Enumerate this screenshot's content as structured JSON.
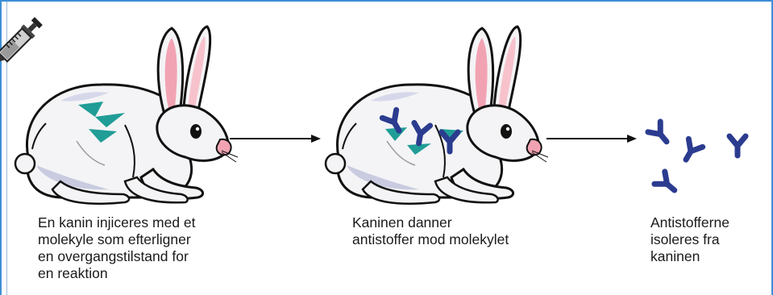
{
  "steps": [
    {
      "caption": "En kanin injiceres med et\nmolekyle som efterligner\nen overgangstilstand for\nen reaktion"
    },
    {
      "caption": "Kaninen danner\nantistoffer mod molekylet"
    },
    {
      "caption": "Antistofferne\nisoleres fra\nkaninen"
    }
  ],
  "colors": {
    "frame": "#3e8fd6",
    "antigen": "#1f9d96",
    "antibody": "#2b3c8f",
    "rabbit_outline": "#111111",
    "ear_pink": "#f2a3b3"
  },
  "icons": [
    "syringe-icon",
    "rabbit-icon",
    "arrow-right-icon",
    "antibody-icon",
    "antigen-icon"
  ]
}
